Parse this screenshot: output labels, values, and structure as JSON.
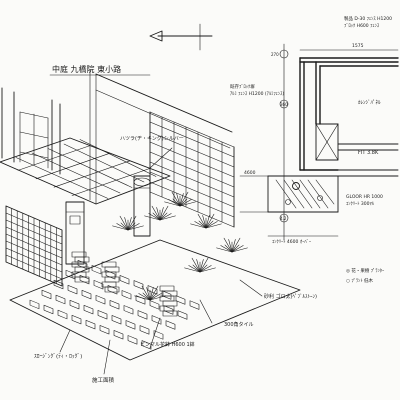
{
  "title": "中庭 九橋院 東小路",
  "perspective_labels": {
    "plants": "ハツラ(ヂ・キング)シルバー",
    "paving_bottom_left": "ｽﾛｰｼﾞﾝｸﾞ(ﾃｨ・ﾛｯｸﾞ)",
    "paving_bottom": "施工面積",
    "pot": "ピンマル花鉢 H600 1鉢",
    "tile": "300角タイル",
    "gravel": "砂利 ゴロ太(ﾍﾟﾌﾞﾙｽﾄｰﾝ)"
  },
  "plan_labels": {
    "top_note": "製品 D-30 ﾌｪﾝｽ H1200",
    "top_note_2": "ﾌﾞﾛｯｸ H600 ﾌｪﾝｽ",
    "top_dim": "1575",
    "left_dim_1": "270",
    "mid_note_1": "既存ﾌﾞﾛｯｸ塀",
    "mid_note_2": "ｱﾙﾐ ﾌｪﾝｽ H1200 (ｱﾙﾐﾌｪﾝｽ)",
    "right_note_1": "ｶﾚﾝｼﾞﾊﾟﾈﾙ",
    "right_note_2": "FIT 3.8K",
    "left_mark": "360",
    "dim_a": "4600",
    "dim_b": "4.2",
    "right_note_3": "GLOOR HR 1000",
    "right_note_4": "ｺﾝｸﾘｰﾄ 300ﾏﾙ",
    "bottom_note": "ｺﾝｸﾘｰﾄ 4600 ｵｰﾊﾞｰ",
    "legend_1": "◎ 花・果樹 ﾌﾟﾗﾝﾀｰ",
    "legend_2": "○ ﾌﾟﾗﾝﾄ 低木"
  }
}
